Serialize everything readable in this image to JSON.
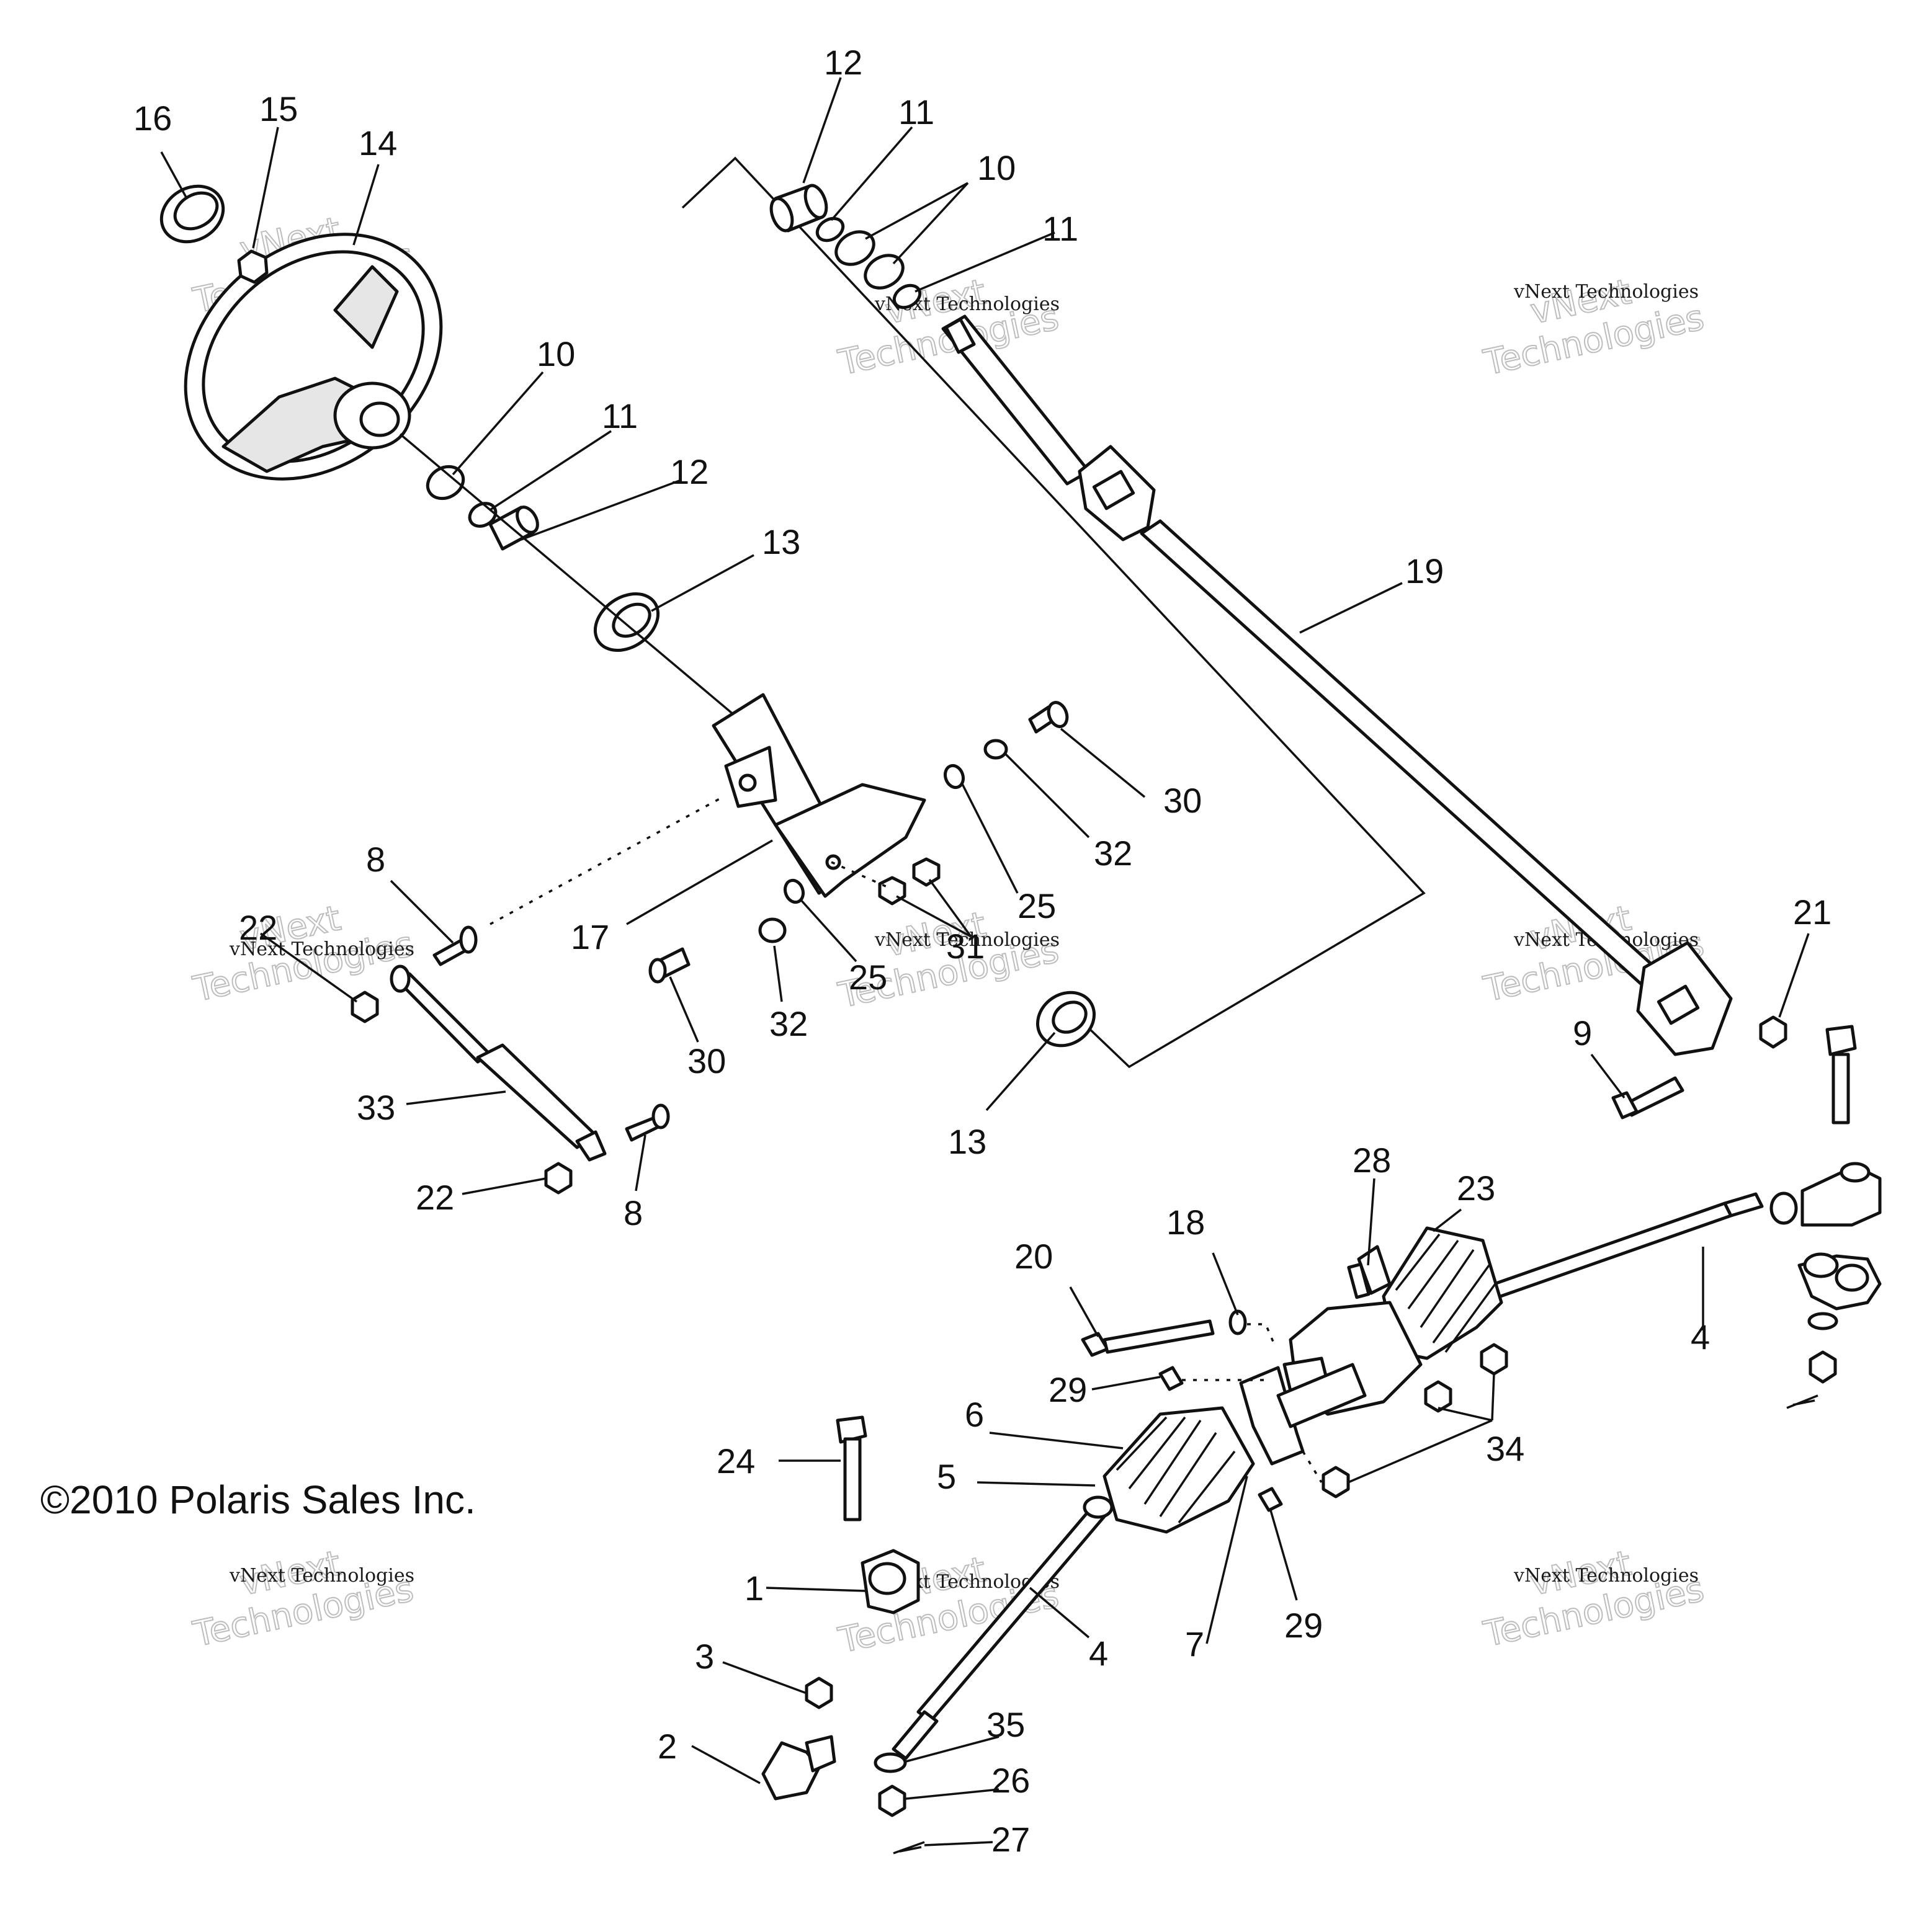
{
  "copyright": "©2010 Polaris Sales Inc.",
  "watermark": {
    "small": "vNext Technologies",
    "big_line1": "vNext",
    "big_line2": "Technologies"
  },
  "callouts": [
    "1",
    "2",
    "3",
    "4",
    "4",
    "5",
    "6",
    "7",
    "8",
    "8",
    "9",
    "10",
    "10",
    "11",
    "11",
    "11",
    "12",
    "12",
    "13",
    "13",
    "14",
    "15",
    "16",
    "17",
    "18",
    "19",
    "20",
    "21",
    "22",
    "22",
    "23",
    "24",
    "25",
    "25",
    "26",
    "27",
    "28",
    "29",
    "29",
    "30",
    "30",
    "31",
    "32",
    "32",
    "33",
    "34",
    "35"
  ],
  "colors": {
    "line": "#111111",
    "paper": "#ffffff",
    "watermark_outline": "#bdbdbd"
  }
}
